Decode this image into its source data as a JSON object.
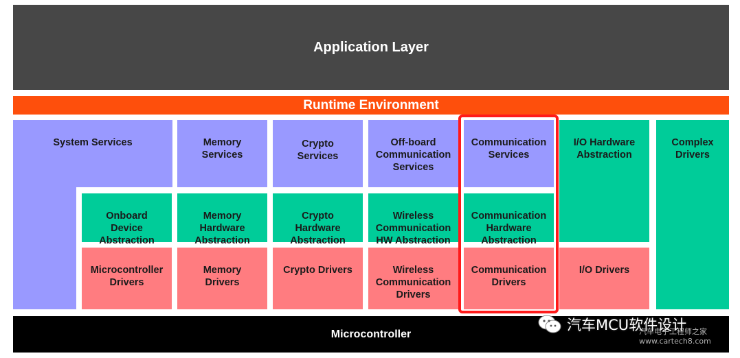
{
  "colors": {
    "application_layer": "#474747",
    "runtime_environment": "#fe4f0c",
    "services": "#9999ff",
    "abstraction": "#00cc99",
    "drivers": "#ff7c80",
    "microcontroller": "#000000",
    "highlight": "#ff1a1a"
  },
  "application_layer": "Application Layer",
  "runtime_environment": "Runtime Environment",
  "microcontroller": "Microcontroller",
  "services_row": {
    "system_services": "System Services",
    "memory_services": "Memory\nServices",
    "crypto_services": "Crypto\nServices",
    "offboard_communication_services": "Off-board\nCommunication\nServices",
    "communication_services": "Communication\nServices"
  },
  "abstraction_row": {
    "onboard_device_abstraction": "Onboard\nDevice\nAbstraction",
    "memory_hardware_abstraction": "Memory\nHardware\nAbstraction",
    "crypto_hardware_abstraction": "Crypto\nHardware\nAbstraction",
    "wireless_communication_hw_abstraction": "Wireless\nCommunication\nHW Abstraction",
    "communication_hardware_abstraction": "Communication\nHardware\nAbstraction",
    "io_hardware_abstraction": "I/O Hardware\nAbstraction",
    "complex_drivers": "Complex\nDrivers"
  },
  "drivers_row": {
    "microcontroller_drivers": "Microcontroller\nDrivers",
    "memory_drivers": "Memory\nDrivers",
    "crypto_drivers": "Crypto  Drivers",
    "wireless_communication_drivers": "Wireless\nCommunication\nDrivers",
    "communication_drivers": "Communication\nDrivers",
    "io_drivers": "I/O Drivers"
  },
  "watermark": {
    "text": "汽车MCU软件设计",
    "sub_line1": "汽车电子工程师之家",
    "sub_line2": "www.cartech8.com"
  }
}
